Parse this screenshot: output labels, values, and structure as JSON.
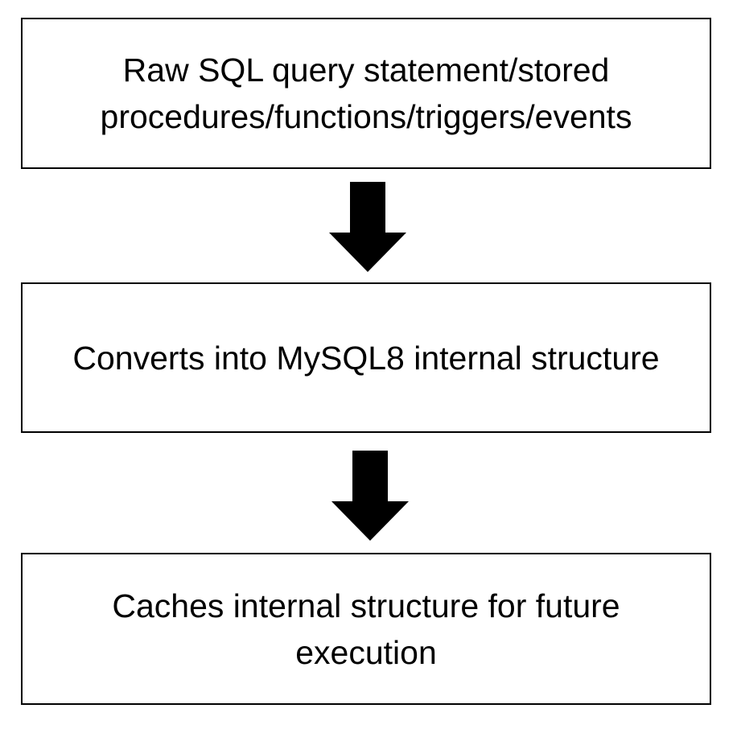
{
  "flowchart": {
    "steps": [
      {
        "text": "Raw SQL query statement/stored\nprocedures/functions/triggers/events"
      },
      {
        "text": "Converts into MySQL8 internal structure"
      },
      {
        "text": "Caches internal structure for future\nexecution"
      }
    ],
    "colors": {
      "border": "#000000",
      "arrow": "#000000",
      "background": "#ffffff"
    },
    "connector_icon": "down-arrow-icon"
  }
}
